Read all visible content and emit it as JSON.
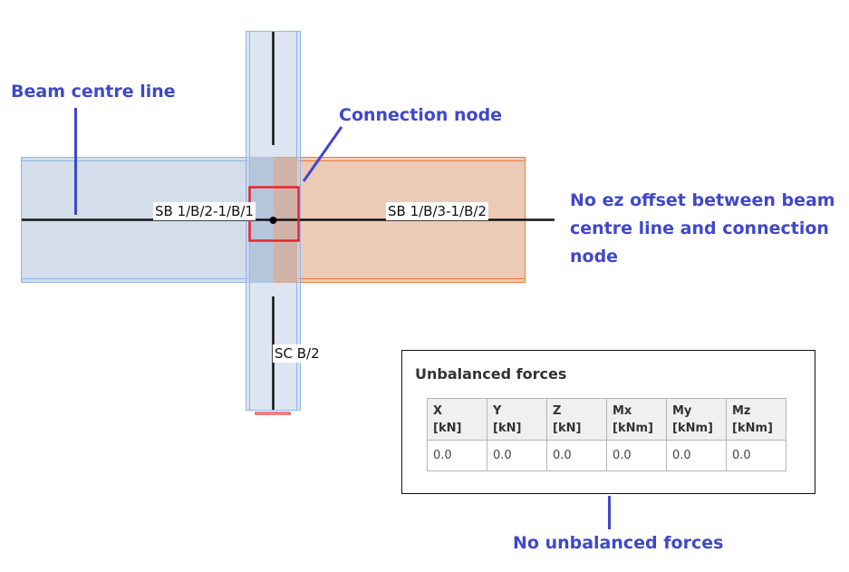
{
  "diagram": {
    "members": {
      "left_beam": {
        "label": "SB 1/B/2-1/B/1",
        "fill": "#d3deea",
        "stroke": "#8fb6ea"
      },
      "right_beam": {
        "label": "SB 1/B/3-1/B/2",
        "fill": "#edcab5",
        "stroke": "#ee7a3a"
      },
      "column": {
        "label": "SC B/2",
        "fill": "#d3deea",
        "stroke": "#8fb6ea"
      }
    },
    "highlight_color": "#e8242b",
    "annotation_color": "#3f48cc",
    "annotations": {
      "beam_centre_line": "Beam centre line",
      "connection_node": "Connection node",
      "no_offset": [
        "No ez offset between beam",
        "centre line and connection",
        "node"
      ],
      "no_unbalanced": "No unbalanced forces"
    }
  },
  "unbalanced_forces": {
    "title": "Unbalanced forces",
    "columns": [
      {
        "name": "X",
        "unit": "[kN]"
      },
      {
        "name": "Y",
        "unit": "[kN]"
      },
      {
        "name": "Z",
        "unit": "[kN]"
      },
      {
        "name": "Mx",
        "unit": "[kNm]"
      },
      {
        "name": "My",
        "unit": "[kNm]"
      },
      {
        "name": "Mz",
        "unit": "[kNm]"
      }
    ],
    "values": [
      "0.0",
      "0.0",
      "0.0",
      "0.0",
      "0.0",
      "0.0"
    ]
  }
}
